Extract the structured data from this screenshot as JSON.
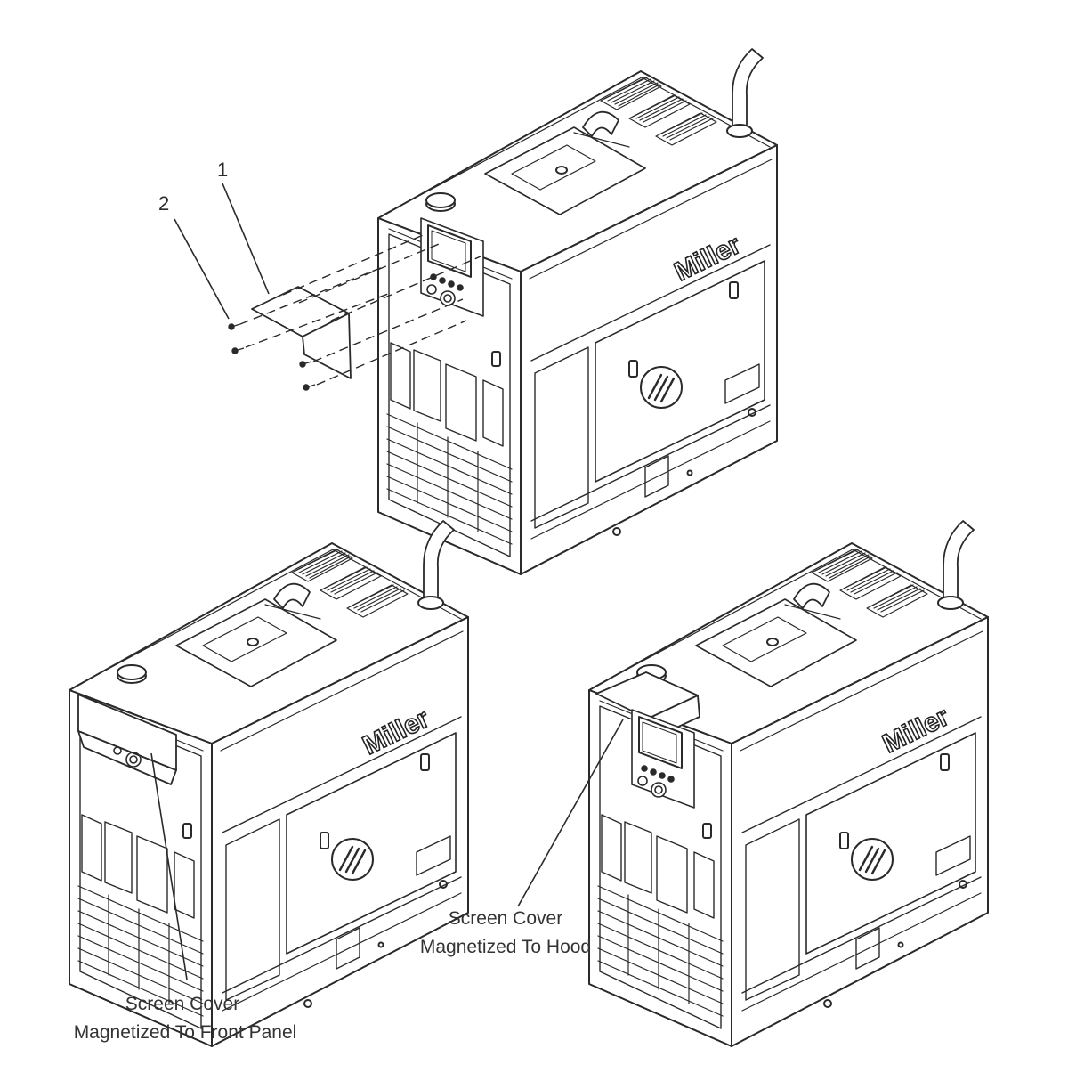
{
  "callouts": [
    {
      "id": "1",
      "label": "1"
    },
    {
      "id": "2",
      "label": "2"
    }
  ],
  "views": [
    {
      "id": "exploded",
      "brand": "Miller"
    },
    {
      "id": "front-panel",
      "brand": "Miller"
    },
    {
      "id": "hood",
      "brand": "Miller"
    }
  ],
  "captions": {
    "front_panel": {
      "line1": "Screen Cover",
      "line2": "Magnetized To Front Panel"
    },
    "hood": {
      "line1": "Screen Cover",
      "line2": "Magnetized To Hood"
    }
  },
  "colors": {
    "ink": "#2a2a2a",
    "paper": "#ffffff"
  }
}
